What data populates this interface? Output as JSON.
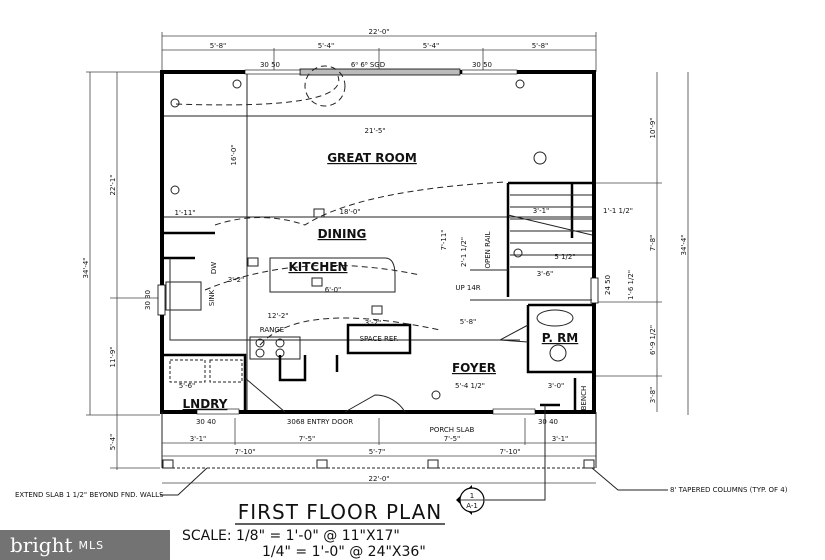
{
  "plan": {
    "title": "FIRST FLOOR PLAN",
    "scale_line1": "SCALE: 1/8\" = 1'-0\" @ 11\"X17\"",
    "scale_line2": "1/4\" = 1'-0\" @ 24\"X36\"",
    "section_marker": {
      "number": "1",
      "sheet": "A-1"
    },
    "rooms": {
      "great_room": "GREAT ROOM",
      "dining": "DINING",
      "kitchen": "KITCHEN",
      "foyer": "FOYER",
      "powder": "P. RM",
      "laundry": "LNDRY"
    },
    "top_dims": {
      "overall": "22'-0\"",
      "segments": [
        "5'-8\"",
        "5'-4\"",
        "5'-4\"",
        "5'-8\""
      ],
      "window_left": "30 50",
      "door": "6⁰ 6⁸ SGD",
      "window_right": "30 50",
      "interior": "21'-5\""
    },
    "left_dims": {
      "overall": "34'-4\"",
      "upper": "22'-1\"",
      "lower": "11'-9\"",
      "porch": "5'-4\"",
      "window": "30 30"
    },
    "right_dims": {
      "overall": "34'-4\"",
      "d1": "10'-9\"",
      "d2": "7'-8\"",
      "d3": "6'-9 1/2\"",
      "d4": "3'-8\"",
      "window": "24 50"
    },
    "notes": {
      "d_1_11": "1'-11\"",
      "d_18": "18'-0\"",
      "d_16": "16'-0\"",
      "stair_up": "UP 14R",
      "d_3_1": "3'-1\"",
      "d_1_1_2": "1'-1 1/2\"",
      "d_5_1_2": "5 1/2\"",
      "d_3_6": "3'-6\"",
      "d_1_6_1_2": "1'-6 1/2\"",
      "d_7_11": "7'-11\"",
      "d_2_1_2": "2'-1 1/2\"",
      "open_rail": "OPEN RAIL",
      "d_3_2a": "3'-2\"",
      "island": "6'-0\"",
      "d_12_2": "12'-2\"",
      "d_3_2b": "3'-2\"",
      "range": "RANGE",
      "space_ref": "SPACE REF.",
      "d_5_8": "5'-8\"",
      "d_5_4_1_2": "5'-4 1/2\"",
      "d_3_0": "3'-0\"",
      "bench": "BENCH",
      "d_5_6": "5'-6\"",
      "sink": "SINK",
      "dw": "DW",
      "entry_door": "3068 ENTRY DOOR",
      "porch_slab": "PORCH SLAB",
      "win_bl": "30 40",
      "win_br": "30 40"
    },
    "porch_dims": {
      "row1": [
        "3'-1\"",
        "7'-5\"",
        "7'-5\"",
        "3'-1\""
      ],
      "row2": [
        "7'-10\"",
        "5'-7\"",
        "7'-10\""
      ],
      "overall": "22'-0\""
    },
    "callouts": {
      "left": "EXTEND SLAB 1 1/2\" BEYOND FND. WALLS",
      "right": "8' TAPERED COLUMNS (TYP. OF 4)"
    }
  },
  "watermark": {
    "brand": "bright",
    "suffix": "MLS"
  }
}
